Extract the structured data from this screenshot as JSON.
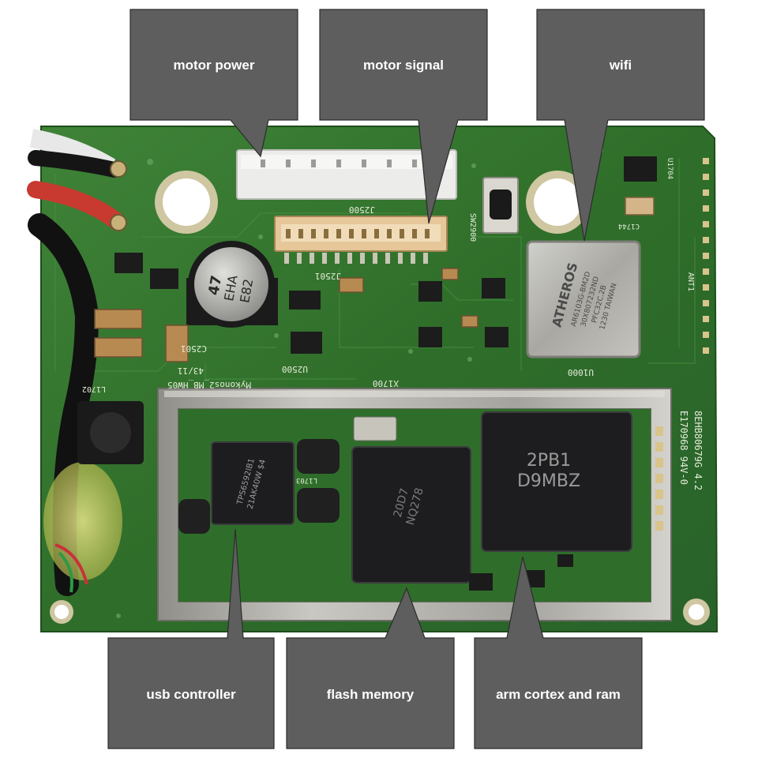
{
  "callouts": {
    "motor_power": "motor power",
    "motor_signal": "motor signal",
    "wifi": "wifi",
    "usb_controller": "usb controller",
    "flash_memory": "flash memory",
    "arm_cortex_and_ram": "arm cortex and ram"
  },
  "board": {
    "silkscreen": {
      "j2500": "J2500",
      "j2501": "J2501",
      "sw2900": "SW2900",
      "c2501": "C2501",
      "u2500": "U2500",
      "x1700": "X1700",
      "u1000": "U1000",
      "ant1": "ANT1",
      "l1702": "L1702",
      "l1703": "L1703",
      "c1744": "C1744",
      "u1704": "U1704",
      "board_name": "Mykonos2_MB_HW05",
      "board_date": "43/11",
      "cert_1": "E170968 94V-0",
      "cert_2": "8EHB80679G 4.2"
    },
    "chips": {
      "atheros_brand": "ATHEROS",
      "atheros_l1": "AR6103G-BM2D",
      "atheros_l2": "30X807232ND",
      "atheros_l3": "PFC32C.2B",
      "atheros_l4": "1230 TAIWAN",
      "tps_l1": "TPS6592IB1",
      "tps_l2": "21AK40W $4",
      "flash_l1": "20D7",
      "flash_l2": "NQ278",
      "ram_l1": "2PB1",
      "ram_l2": "D9MBZ",
      "cap_l1": "47",
      "cap_l2": "EHA",
      "cap_l3": "E82"
    }
  },
  "colors": {
    "callout_box": "#5e5e5e",
    "callout_text": "#ffffff",
    "pcb": "#3a7a34",
    "pcb_dark": "#24571f",
    "shield": "#b5b4ae",
    "chip_black": "#1d1d1f"
  }
}
